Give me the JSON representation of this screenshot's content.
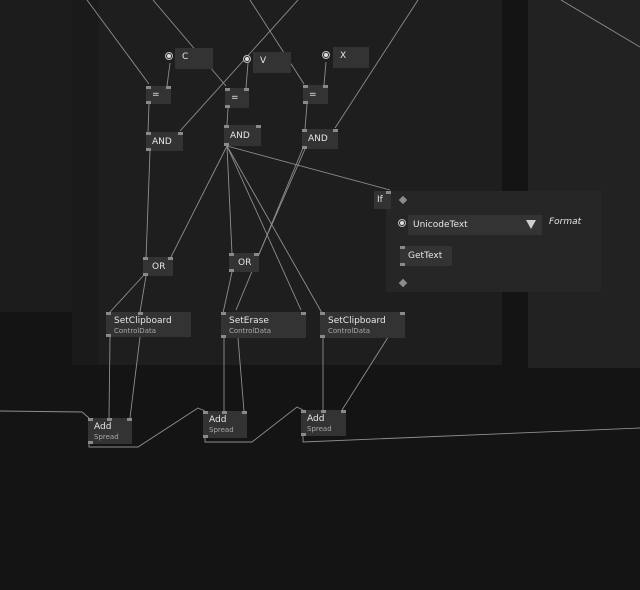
{
  "keys": {
    "c": "C",
    "v": "V",
    "x": "X"
  },
  "ops": {
    "eq": "=",
    "and": "AND",
    "or": "OR",
    "if": "If"
  },
  "nodes": {
    "set_clipboard": "SetClipboard",
    "set_erase": "SetErase",
    "control_data": "ControlData",
    "add": "Add",
    "spread": "Spread",
    "unicode_text": "UnicodeText",
    "format": "Format",
    "get_text": "GetText"
  },
  "colors": {
    "background": "#141414",
    "region_dark": "#1a1a1a",
    "region_mid": "#1e1e1e",
    "region_light": "#252525",
    "node": "#333333",
    "wire": "#8e8e8e"
  }
}
